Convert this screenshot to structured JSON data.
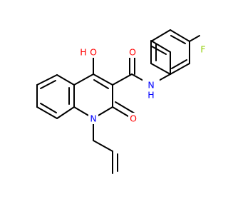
{
  "atom_labels": {
    "hydroxyl_o": "O",
    "hydroxyl_h": "H",
    "amide_o": "O",
    "ring_o": "O",
    "amide_n": "N",
    "amide_h": "H",
    "ring_n": "N",
    "fluorine": "F"
  },
  "colors": {
    "bond": "#000000",
    "oxygen": "#ff0000",
    "nitrogen": "#0000ff",
    "fluorine": "#8fce00",
    "background": "#ffffff"
  }
}
